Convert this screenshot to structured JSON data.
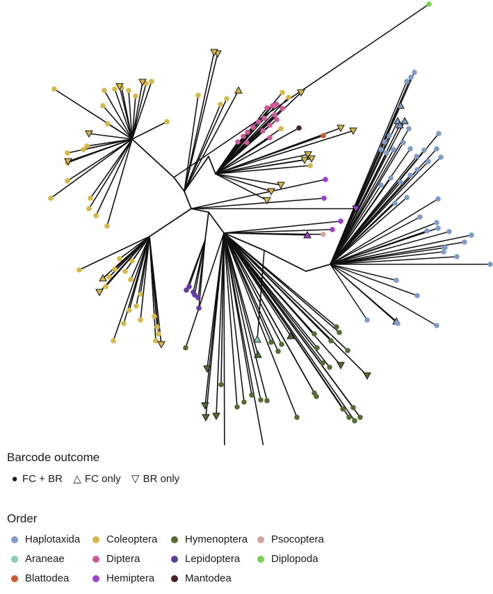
{
  "legend": {
    "outcome_title": "Barcode outcome",
    "outcomes": [
      {
        "symbol": "filled-circle",
        "label": "FC + BR"
      },
      {
        "symbol": "triangle-up-open",
        "label": "FC only"
      },
      {
        "symbol": "triangle-down-open",
        "label": "BR only"
      }
    ],
    "order_title": "Order",
    "orders": [
      {
        "label": "Haplotaxida",
        "color": "#7f9cc7"
      },
      {
        "label": "Coleoptera",
        "color": "#d4b84a"
      },
      {
        "label": "Hymenoptera",
        "color": "#546b33"
      },
      {
        "label": "Psocoptera",
        "color": "#d3a79b"
      },
      {
        "label": "Araneae",
        "color": "#87cfb6"
      },
      {
        "label": "Diptera",
        "color": "#cf5a9a"
      },
      {
        "label": "Lepidoptera",
        "color": "#5e3d9e"
      },
      {
        "label": "Diplopoda",
        "color": "#77d150"
      },
      {
        "label": "Blattodea",
        "color": "#cc5b35"
      },
      {
        "label": "Hemiptera",
        "color": "#a03fd0"
      },
      {
        "label": "Mantodea",
        "color": "#4a2222"
      }
    ]
  }
}
